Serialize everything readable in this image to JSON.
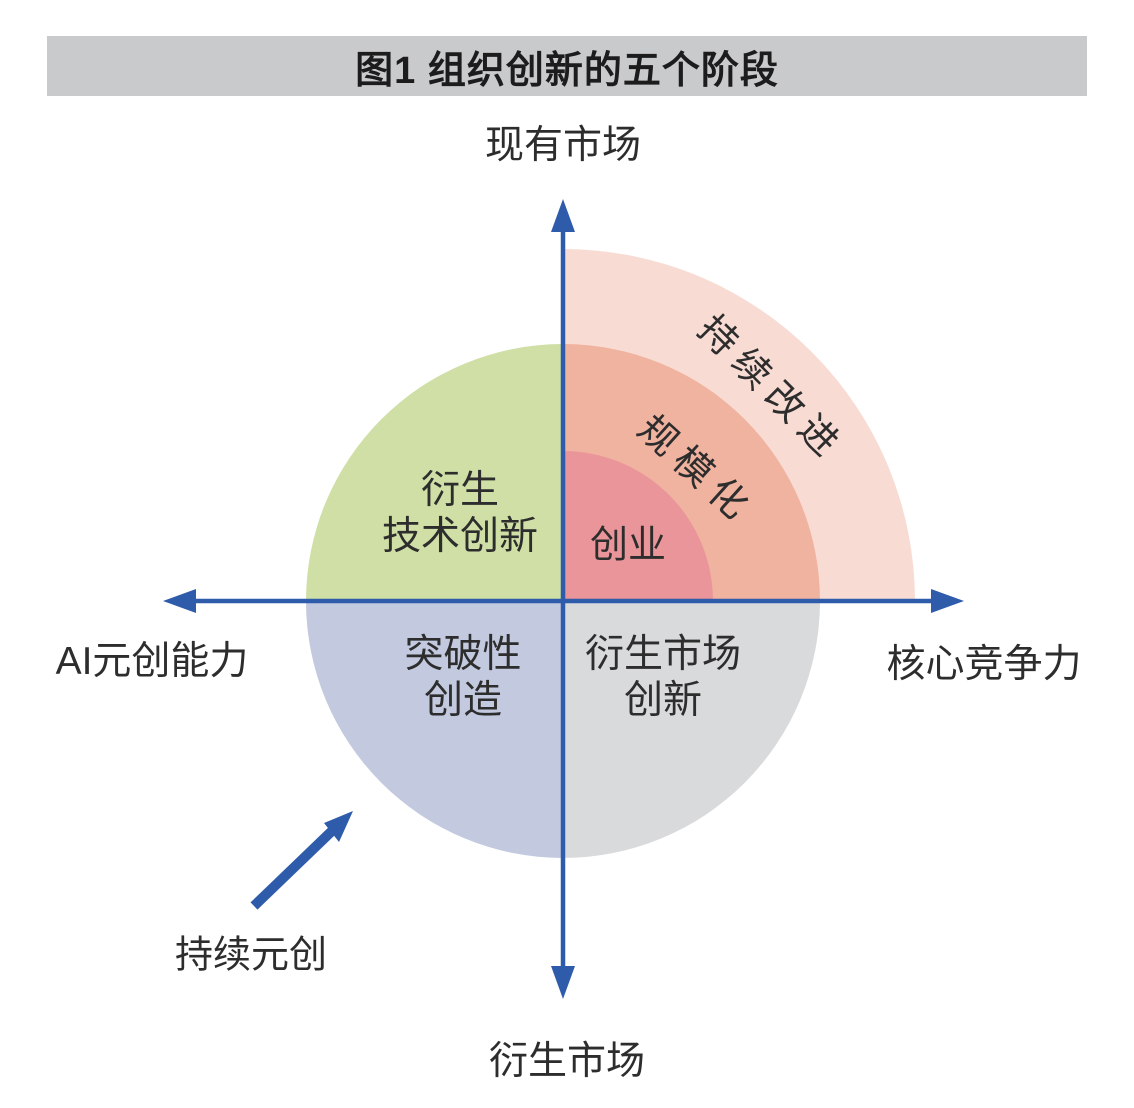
{
  "figure": {
    "title": "图1 组织创新的五个阶段"
  },
  "axes": {
    "top_label": "现有市场",
    "bottom_label": "衍生市场",
    "left_label": "AI元创能力",
    "right_label": "核心竞争力"
  },
  "quadrants": {
    "top_left": {
      "line1": "衍生",
      "line2": "技术创新"
    },
    "bottom_left": {
      "line1": "突破性",
      "line2": "创造"
    },
    "bottom_right": {
      "line1": "衍生市场",
      "line2": "创新"
    }
  },
  "stages": {
    "inner": "创业",
    "middle": "规模化",
    "outer": "持续改进"
  },
  "annotation": {
    "label": "持续元创"
  },
  "colors": {
    "title_bar_bg": "#c8cacc",
    "axis_blue": "#2e5cab",
    "quadrant_green": "#cfdfa5",
    "quadrant_lavender": "#c3c9df",
    "quadrant_gray": "#d8dadc",
    "ring_inner_red": "#e9959a",
    "ring_middle_salmon": "#f0b3a0",
    "ring_outer_pink": "#f8dcd4"
  }
}
